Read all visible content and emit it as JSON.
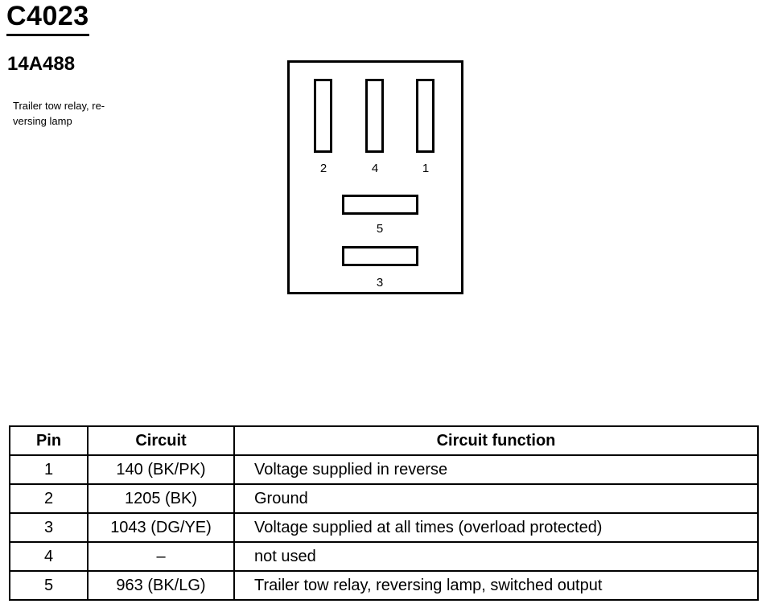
{
  "header": {
    "connector_id": "C4023",
    "part_number": "14A488",
    "description_line1": "Trailer tow relay, re-",
    "description_line2": "versing lamp"
  },
  "connector_face": {
    "pins_top_row": [
      "2",
      "4",
      "1"
    ],
    "pin_middle": "5",
    "pin_bottom": "3"
  },
  "pin_table": {
    "columns": [
      "Pin",
      "Circuit",
      "Circuit function"
    ],
    "rows": [
      {
        "pin": "1",
        "circuit": "140 (BK/PK)",
        "function": "Voltage supplied in reverse"
      },
      {
        "pin": "2",
        "circuit": "1205 (BK)",
        "function": "Ground"
      },
      {
        "pin": "3",
        "circuit": "1043 (DG/YE)",
        "function": "Voltage supplied at all times (overload protected)"
      },
      {
        "pin": "4",
        "circuit": "–",
        "function": "not used"
      },
      {
        "pin": "5",
        "circuit": "963 (BK/LG)",
        "function": "Trailer tow relay, reversing lamp, switched output"
      }
    ]
  }
}
